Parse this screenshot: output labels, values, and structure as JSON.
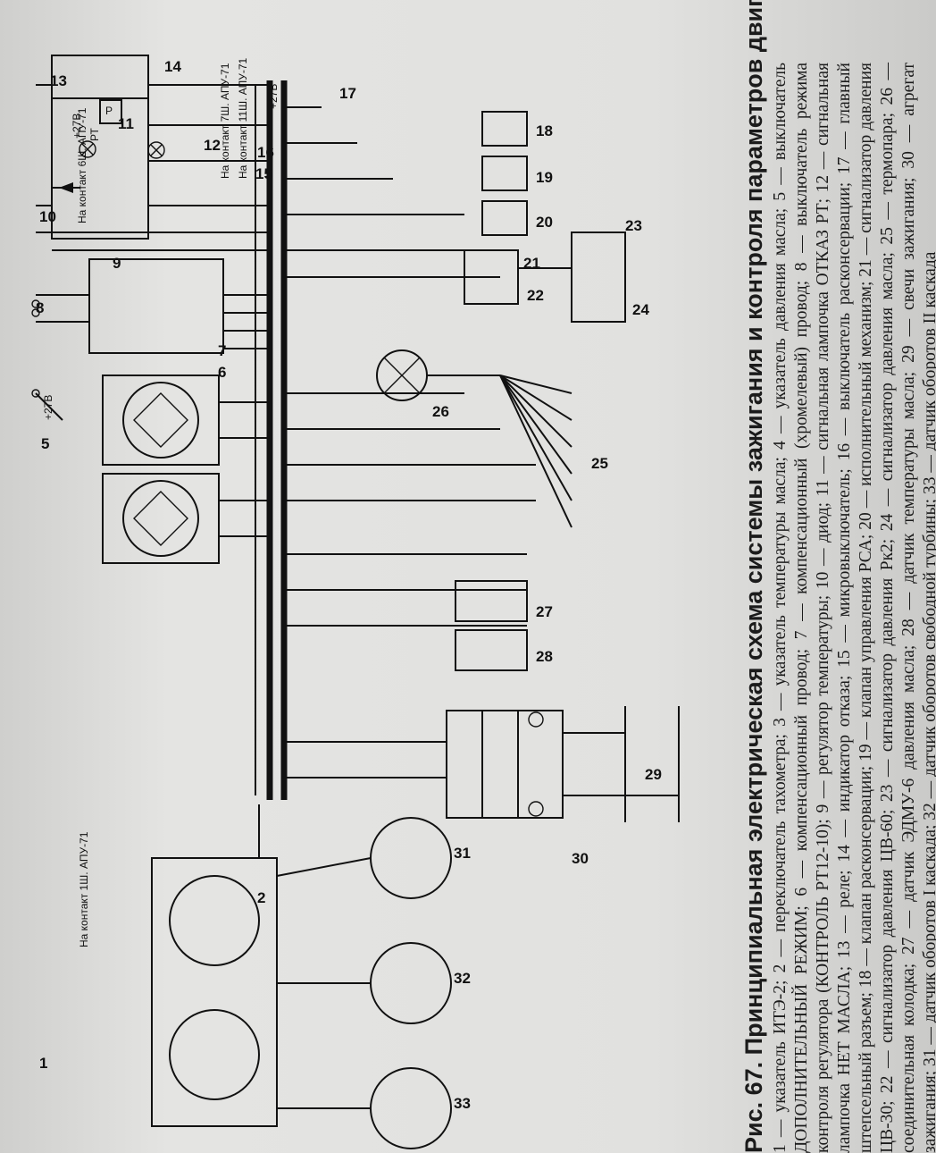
{
  "caption": {
    "figure_label": "Рис. 67.",
    "title": "Принципиальная электрическая схема системы зажигания и контроля параметров двигателя:",
    "legend": "1 — указатель ИТЭ-2; 2 — переключатель тахометра; 3 — указатель температуры масла; 4 — указатель давления масла; 5 — выключатель ДОПОЛНИТЕЛЬНЫЙ РЕЖИМ; 6 — компенсационный провод; 7 — компенсационный (хромелевый) провод; 8 — выключатель режима контроля регулятора (КОНТРОЛЬ РТ12-10); 9 — регулятор температуры; 10 — диод; 11 — сигнальная лампочка ОТКАЗ РТ; 12 — сигнальная лампочка НЕТ МАСЛА; 13 — реле; 14 — индикатор отказа; 15 — микровыключатель; 16 — выключатель расконсервации; 17 — главный штепсельный разъем; 18 — клапан расконсервации; 19 — клапан управления РСА; 20 — исполнительный механизм; 21 — сигнализатор давления ЦВ-30; 22 — сигнализатор давления ЦВ-60; 23 — сигнализатор давления Рк2; 24 — сигнализатор давления масла; 25 — термопара; 26 — соединительная колодка; 27 — датчик ЭДМУ-6 давления масла; 28 — датчик температуры масла; 29 — свечи зажигания; 30 — агрегат зажигания; 31 — датчик оборотов I каскада; 32 — датчик оборотов свободной турбины; 33 — датчик оборотов II каскада"
  },
  "labels": {
    "n1": "1",
    "n2": "2",
    "n5": "5",
    "n6": "6",
    "n7": "7",
    "n8": "8",
    "n9": "9",
    "n10": "10",
    "n11": "11",
    "n12": "12",
    "n13": "13",
    "n14": "14",
    "n15": "15",
    "n16": "16",
    "n17": "17",
    "n18": "18",
    "n19": "19",
    "n20": "20",
    "n21": "21",
    "n22": "22",
    "n23": "23",
    "n24": "24",
    "n25": "25",
    "n26": "26",
    "n27": "27",
    "n28": "28",
    "n29": "29",
    "n30": "30",
    "n31": "31",
    "n32": "32",
    "n33": "33"
  },
  "annotations": {
    "to_1sh": "На контакт 1Ш. АПУ-71",
    "to_6sh": "На контакт 6Ш. АПУ-71",
    "to_7sh": "На контакт 7Ш. АПУ-71",
    "to_11sh": "На контакт 11Ш. АПУ-71",
    "plus27v_top": "+27В",
    "plus27v_bus": "+27В",
    "plus27v_left": "+27В",
    "relay_p": "Р",
    "relay_rt": "РТ"
  }
}
